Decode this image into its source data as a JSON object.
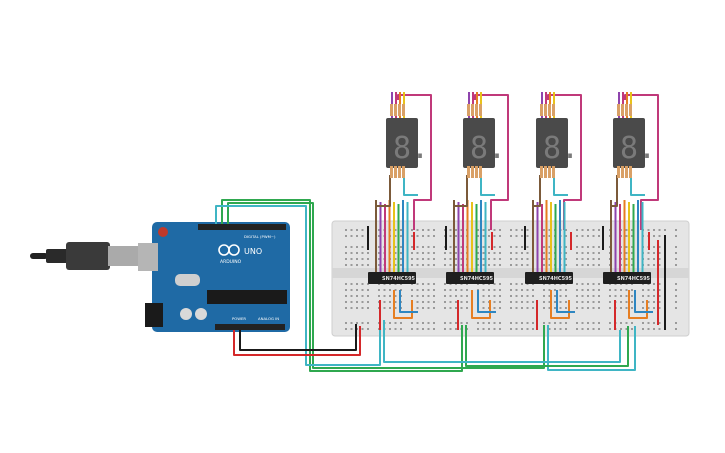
{
  "arduino": {
    "brand": "ARDUINO",
    "model": "UNO",
    "digital_label": "DIGITAL (PWM~)",
    "power_label": "POWER",
    "analog_label": "ANALOG IN"
  },
  "chips": [
    {
      "label": "SN74HC595"
    },
    {
      "label": "SN74HC595"
    },
    {
      "label": "SN74HC595"
    },
    {
      "label": "SN74HC595"
    }
  ],
  "displays": [
    {
      "digit": "8."
    },
    {
      "digit": "8."
    },
    {
      "digit": "8."
    },
    {
      "digit": "8."
    }
  ],
  "colors": {
    "board": "#1f6aa5",
    "breadboard": "#e5e5e5",
    "display_body": "#4a4a4a",
    "wire_green": "#2fa84f",
    "wire_red": "#d4282a",
    "wire_black": "#1a1a1a",
    "wire_purple": "#8e44ad",
    "wire_magenta": "#c0397a",
    "wire_orange": "#e67e22",
    "wire_yellow": "#e8c21a",
    "wire_blue": "#2e86c1",
    "wire_cyan": "#3fb5c4",
    "wire_brown": "#7b5a3a"
  }
}
